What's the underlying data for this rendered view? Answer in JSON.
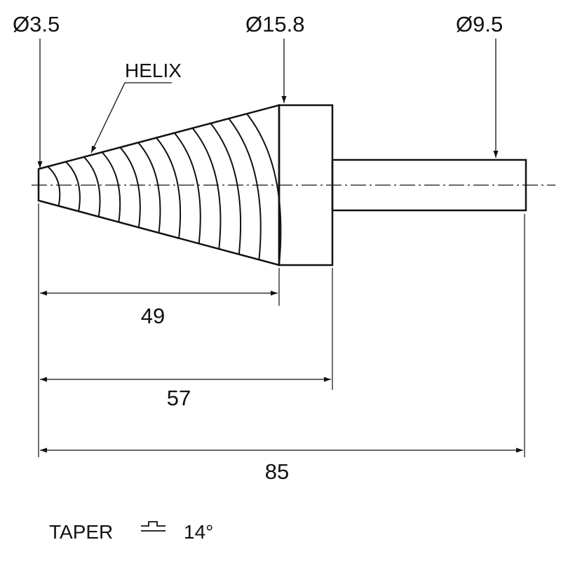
{
  "labels": {
    "tip_diameter": "Ø3.5",
    "cone_diameter": "Ø15.8",
    "shank_diameter": "Ø9.5",
    "helix": "HELIX",
    "dim_cone_length": "49",
    "dim_head_length": "57",
    "dim_total_length": "85",
    "taper_label": "TAPER",
    "taper_value": "14°"
  },
  "helix_turns": 12,
  "colors": {
    "line": "#111111",
    "background": "#ffffff"
  }
}
